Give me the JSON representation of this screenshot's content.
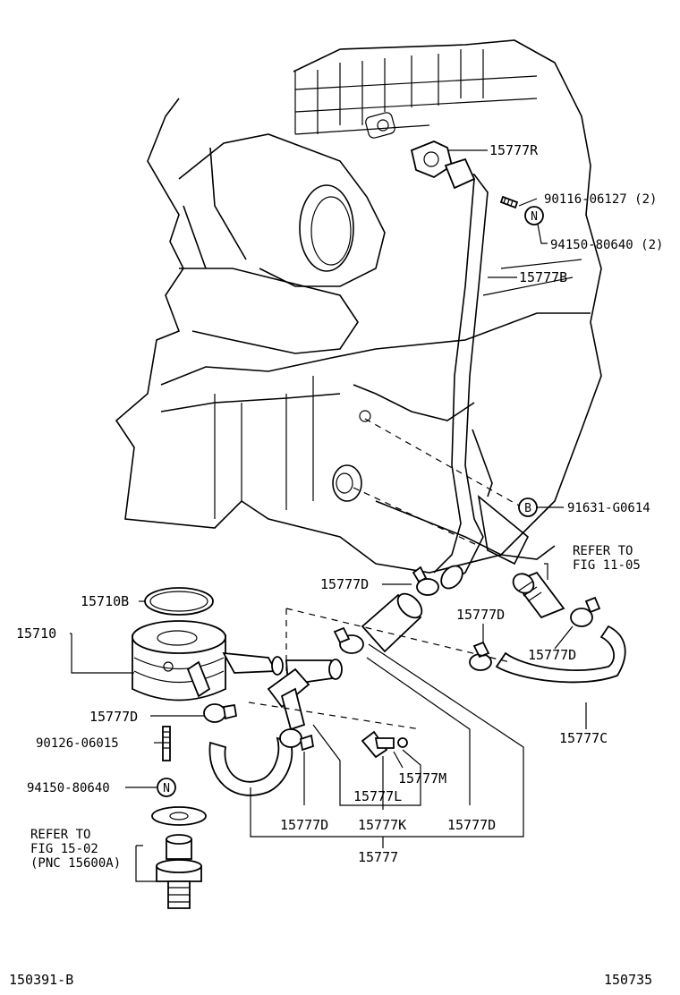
{
  "labels": {
    "r": "15777R",
    "bolt": "90116-06127 (2)",
    "nut_top": "94150-80640 (2)",
    "pipe_b": "15777B",
    "b_bolt": "91631-G0614",
    "refer_11_l1": "REFER TO",
    "refer_11_l2": "FIG 11-05",
    "d_a": "15777D",
    "d_b": "15777D",
    "d_c": "15777D",
    "gasket": "15710B",
    "cooler": "15710",
    "d_d": "15777D",
    "stud": "90126-06015",
    "nut_bottom": "94150-80640",
    "c": "15777C",
    "m": "15777M",
    "l": "15777L",
    "refer_15_l1": "REFER TO",
    "refer_15_l2": "FIG 15-02",
    "refer_15_l3": "(PNC 15600A)",
    "d_e": "15777D",
    "k": "15777K",
    "d_f": "15777D",
    "assy": "15777",
    "fig_left": "150391-B",
    "fig_right": "150735"
  },
  "badges": {
    "n": "N",
    "b": "B"
  }
}
